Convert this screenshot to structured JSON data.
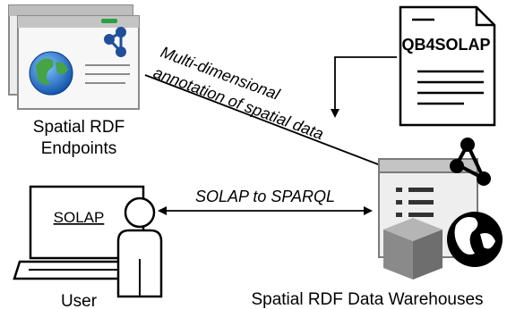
{
  "nodes": {
    "endpoints_label_line1": "Spatial RDF",
    "endpoints_label_line2": "Endpoints",
    "vocabulary_doc_title": "QB4SOLAP",
    "user_screen_text": "SOLAP",
    "user_label": "User",
    "warehouses_label": "Spatial RDF Data Warehouses"
  },
  "edges": {
    "annotation_line1": "Multi-dimensional",
    "annotation_line2": "annotation of spatial data",
    "query_translation": "SOLAP to SPARQL"
  },
  "icons": [
    "browser-window-icon",
    "globe-icon",
    "rdf-graph-icon",
    "document-icon",
    "computer-icon",
    "person-icon",
    "cube-icon",
    "list-icon"
  ],
  "colors": {
    "window_frame": "#9e9e9e",
    "window_bar_green": "#2e9e44",
    "graph_blue": "#1f4e9b",
    "globe_blue": "#1e6fc4",
    "globe_green": "#46a346",
    "cube_gray": "#8a8a8a"
  }
}
